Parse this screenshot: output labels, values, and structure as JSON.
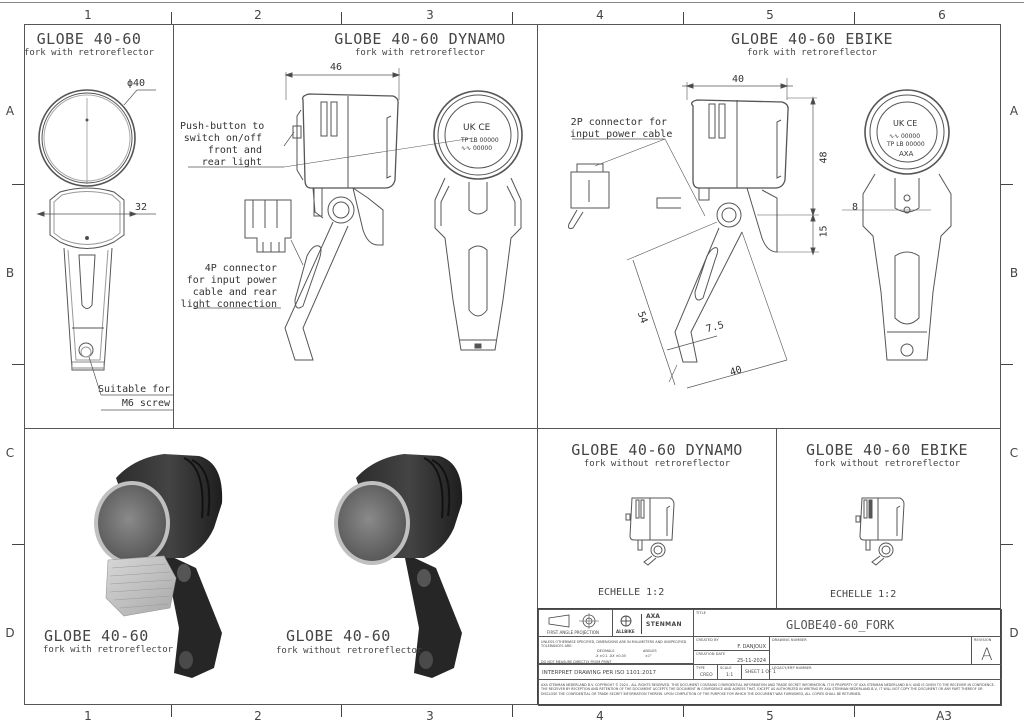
{
  "sheet": {
    "format": "A3",
    "columns": [
      "1",
      "2",
      "3",
      "4",
      "5",
      "6"
    ],
    "bottom_columns": [
      "1",
      "2",
      "3",
      "4",
      "5",
      "A3"
    ],
    "rows": [
      "A",
      "B",
      "C",
      "D"
    ]
  },
  "panels": {
    "globe_fork_front": {
      "title": "GLOBE 40-60",
      "subtitle": "fork with retroreflector",
      "dimensions": {
        "diameter": "ϕ40",
        "width": "32"
      },
      "note_line1": "Suitable for",
      "note_line2": "M6 screw"
    },
    "dynamo": {
      "title": "GLOBE 40-60 DYNAMO",
      "subtitle": "fork with retroreflector",
      "dimensions": {
        "depth": "46"
      },
      "callout_button": [
        "Push-button to",
        "switch on/off",
        "front and",
        "rear light"
      ],
      "callout_connector": [
        "4P connector",
        "for input power",
        "cable and rear",
        "light connection"
      ]
    },
    "ebike": {
      "title": "GLOBE 40-60 EBIKE",
      "subtitle": "fork with retroreflector",
      "dimensions": {
        "depth": "40",
        "height": "48",
        "pivot": "15",
        "arm_length": "54",
        "arm_width": "7.5",
        "foot_length": "40",
        "slot": "8"
      },
      "callout_connector": [
        "2P connector for",
        "input power cable"
      ]
    },
    "render_with": {
      "title": "GLOBE 40-60",
      "subtitle": "fork with retroreflector"
    },
    "render_without": {
      "title": "GLOBE 40-60",
      "subtitle": "fork without retroreflector"
    },
    "small_dynamo": {
      "title": "GLOBE 40-60 DYNAMO",
      "subtitle": "fork without retroreflector",
      "scale": "ECHELLE 1:2"
    },
    "small_ebike": {
      "title": "GLOBE 40-60 EBIKE",
      "subtitle": "fork without retroreflector",
      "scale": "ECHELLE 1:2"
    }
  },
  "title_block": {
    "projection_label": "FIRST ANGLE PROJECTION",
    "company_left": "ALLBIKE",
    "company_right": "AXA",
    "company_right_sub": "STENMAN",
    "title_label": "TITLE",
    "title": "GLOBE40-60_FORK",
    "tolerance_note": "UNLESS OTHERWISE SPECIFIED, DIMENSIONS ARE IN MILLIMETERS AND UNSPECIFIED TOLERANCES ARE:",
    "tolerance_decimals_label": "DECIMALS",
    "tolerance_decimals": ".X ±0.1  .XX ±0.05",
    "tolerance_angles_label": "ANGLES",
    "tolerance_angles": "±1°",
    "do_not_measure": "DO NOT MEASURE DIRECTLY FROM PRINT",
    "interpret": "INTERPRET DRAWING PER ISO 1101:2017",
    "created_by_label": "CREATED BY",
    "created_by": "F. DANJOUX",
    "creation_date_label": "CREATION DATE",
    "creation_date": "25-11-2024",
    "drawing_number_label": "DRAWING NUMBER",
    "revision_label": "REVISION",
    "revision": "A",
    "type_label": "TYPE",
    "type": "CREO",
    "scale_label": "SCALE",
    "scale": "1:1",
    "sheet": "SHEET 1 OF 1",
    "legacy_label": "LEGACY/ERP NUMBER",
    "copyright": "AXA STENMAN NEDERLAND B.V. COPYRIGHT © 2024 - ALL RIGHTS RESERVED. THIS DOCUMENT CONTAINS CONFIDENTIAL INFORMATION AND TRADE SECRET INFORMATION. IT IS PROPERTY OF AXA STENMAN NEDERLAND B.V. AND IS GIVEN TO THE RECEIVER IN CONFIDENCE. THE RECEIVER BY RECEPTION AND RETENTION OF THE DOCUMENT ACCEPTS THE DOCUMENT IN CONFIDENCE AND AGREES THAT, EXCEPT AS AUTHORIZED IN WRITING BY AXA STENMAN NEDERLAND B.V., IT WILL NOT COPY THE DOCUMENT OR ANY PART THEREOF OR DISCLOSE THE CONFIDENTIAL OR TRADE SECRET INFORMATION THEREIN. UPON COMPLETION OF THE PURPOSE FOR WHICH THE DOCUMENT WAS FURNISHED, ALL COPIES SHALL BE RETURNED."
  }
}
